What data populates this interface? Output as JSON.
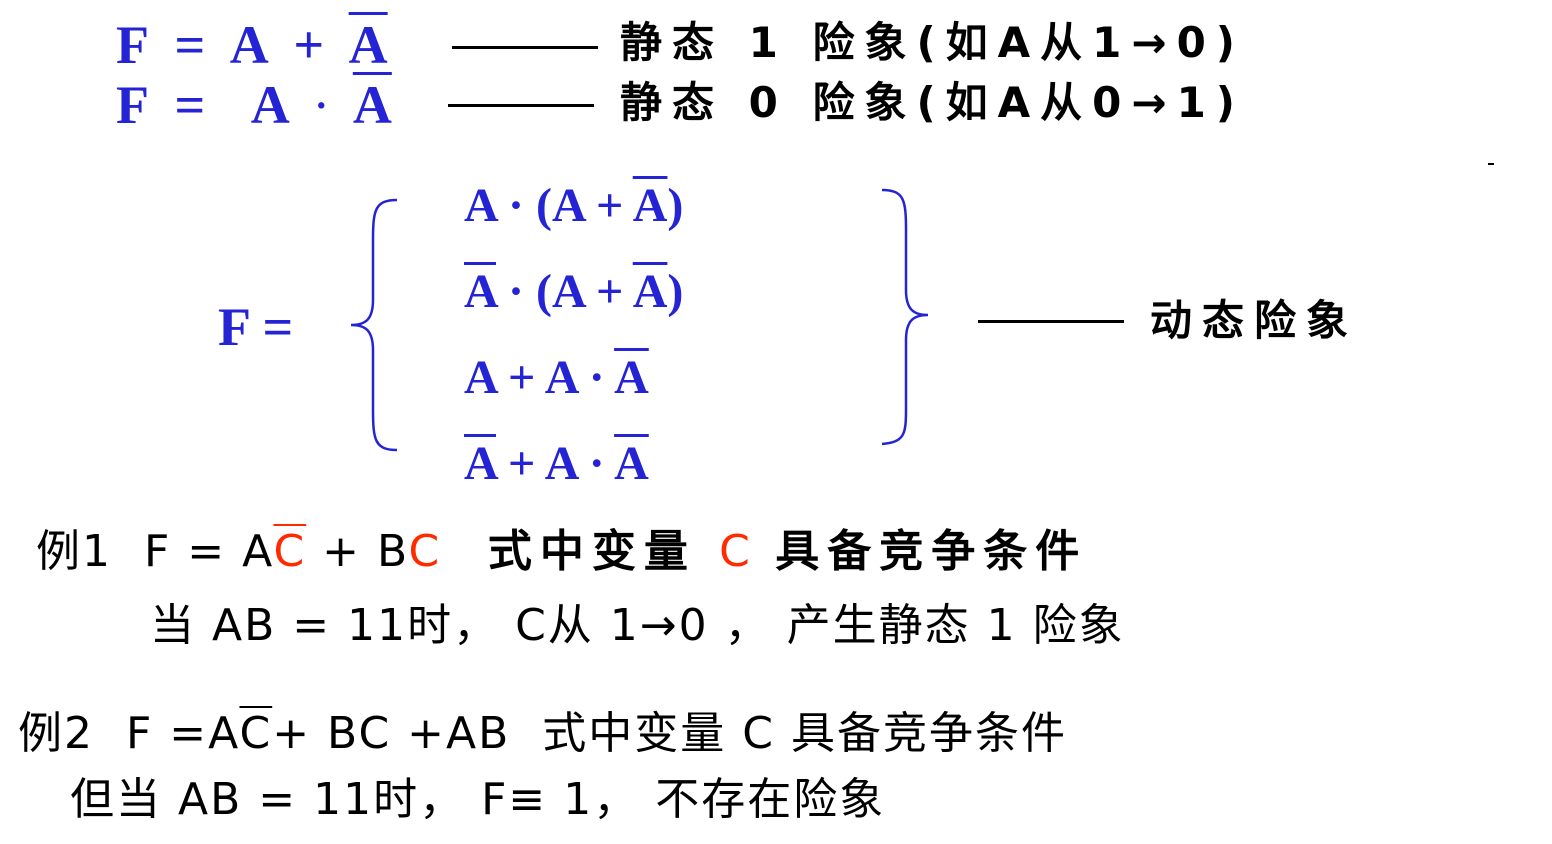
{
  "static_hazards": [
    {
      "expr_lhs": "F",
      "expr_eq": "=",
      "expr_a": "A",
      "expr_op": "+",
      "expr_abar": "A",
      "label": "静态 1 险象(如A从1→0)"
    },
    {
      "expr_lhs": "F",
      "expr_eq": "=",
      "expr_a": "A",
      "expr_op": "·",
      "expr_abar": "A",
      "label": "静态 0 险象(如A从0→1)"
    }
  ],
  "dynamic": {
    "lhs": "F =",
    "label": "动态险象",
    "cases": [
      {
        "p1": "A · (A + ",
        "bar": "A",
        "p2": ")"
      },
      {
        "bar0": "A",
        "p1": " · (A + ",
        "bar": "A",
        "p2": ")"
      },
      {
        "p1": "A + A · ",
        "bar": "A"
      },
      {
        "bar0": "A",
        "p1": " + A · ",
        "bar": "A"
      }
    ]
  },
  "example1": {
    "line1": {
      "prefix": "例1  F = A",
      "cbar": "C",
      "mid": " + B",
      "c_red": "C",
      "text": "  式中变量 ",
      "var": "C",
      "suffix": " 具备竞争条件"
    },
    "line2": "当 AB = 11时， C从 1→0 ， 产生静态 1 险象"
  },
  "example2": {
    "line1": {
      "prefix": "例2  F =A",
      "cbar": "C",
      "suffix": "+ BC +AB  式中变量 C 具备竞争条件"
    },
    "line2": "但当 AB = 11时， F≡ 1， 不存在险象"
  },
  "colors": {
    "math_blue": "#2424d4",
    "highlight_red": "#ff2a00",
    "text": "#000000"
  }
}
